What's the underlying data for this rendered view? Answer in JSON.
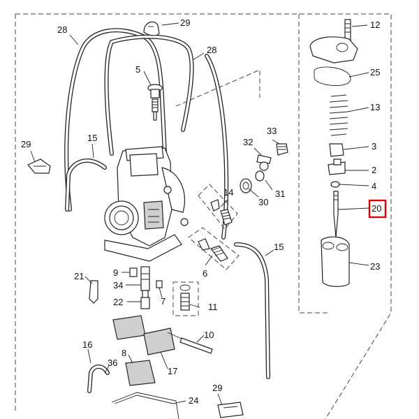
{
  "diagram": {
    "callouts": [
      {
        "id": "c29a",
        "text": "29"
      },
      {
        "id": "c28a",
        "text": "28"
      },
      {
        "id": "c28b",
        "text": "28"
      },
      {
        "id": "c5",
        "text": "5"
      },
      {
        "id": "c29b",
        "text": "29"
      },
      {
        "id": "c15a",
        "text": "15"
      },
      {
        "id": "c33",
        "text": "33"
      },
      {
        "id": "c32",
        "text": "32"
      },
      {
        "id": "c14",
        "text": "14"
      },
      {
        "id": "c31",
        "text": "31"
      },
      {
        "id": "c30",
        "text": "30"
      },
      {
        "id": "c15b",
        "text": "15"
      },
      {
        "id": "c6",
        "text": "6"
      },
      {
        "id": "c21",
        "text": "21"
      },
      {
        "id": "c9",
        "text": "9"
      },
      {
        "id": "c34",
        "text": "34"
      },
      {
        "id": "c7",
        "text": "7"
      },
      {
        "id": "c22",
        "text": "22"
      },
      {
        "id": "c11",
        "text": "11"
      },
      {
        "id": "c10",
        "text": "10"
      },
      {
        "id": "c16",
        "text": "16"
      },
      {
        "id": "c8",
        "text": "8"
      },
      {
        "id": "c36",
        "text": "36"
      },
      {
        "id": "c17",
        "text": "17"
      },
      {
        "id": "c24",
        "text": "24"
      },
      {
        "id": "c29c",
        "text": "29"
      },
      {
        "id": "c12",
        "text": "12"
      },
      {
        "id": "c25",
        "text": "25"
      },
      {
        "id": "c13",
        "text": "13"
      },
      {
        "id": "c3",
        "text": "3"
      },
      {
        "id": "c2",
        "text": "2"
      },
      {
        "id": "c4",
        "text": "4"
      },
      {
        "id": "c20",
        "text": "20"
      },
      {
        "id": "c23",
        "text": "23"
      }
    ],
    "highlighted_callout": "20",
    "highlight_color": "#e00000"
  }
}
